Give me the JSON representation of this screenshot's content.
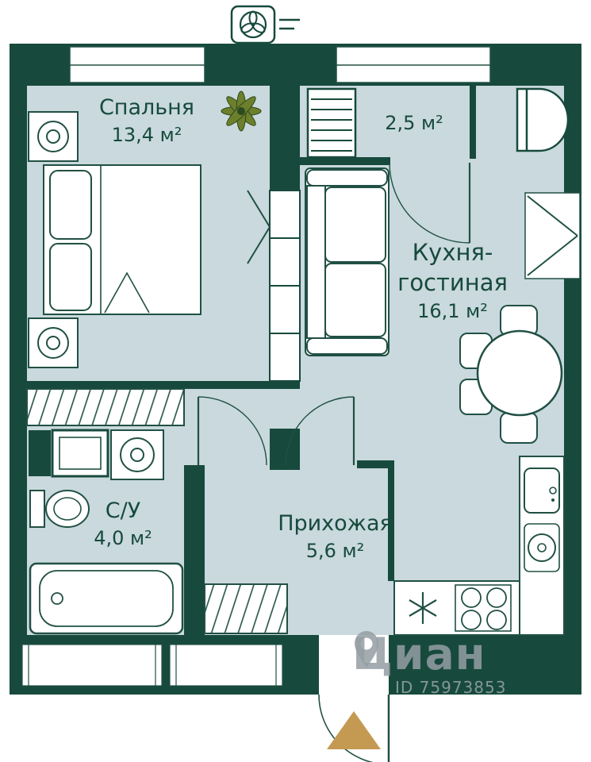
{
  "colors": {
    "wall": "#174a3d",
    "floor": "#c9d9dd",
    "line": "#215044",
    "label_text": "#174a3d",
    "entry_arrow": "#c49a52",
    "watermark": "#949ea3",
    "plant": "#6d7f2b"
  },
  "rooms": [
    {
      "name": "Спальня",
      "area": "13,4 м²"
    },
    {
      "name": "",
      "area": "2,5 м²"
    },
    {
      "name": "Кухня-гостиная",
      "name_line1": "Кухня-",
      "name_line2": "гостиная",
      "area": "16,1 м²"
    },
    {
      "name": "С/У",
      "area": "4,0 м²"
    },
    {
      "name": "Прихожая",
      "area": "5,6 м²"
    }
  ],
  "watermark": {
    "brand": "Циан",
    "id_label": "ID 75973853"
  },
  "icons": {
    "ventilation": "fan-icon",
    "plant": "plant-icon",
    "entry_arrow": "entry-direction-arrow",
    "watermark_pin": "location-pin-icon"
  }
}
